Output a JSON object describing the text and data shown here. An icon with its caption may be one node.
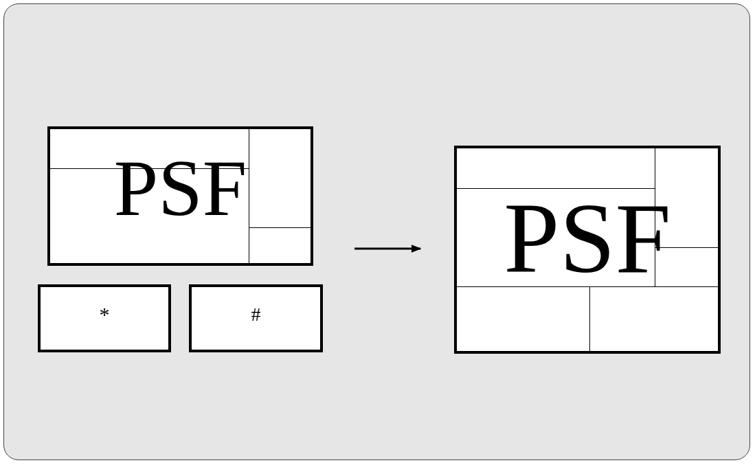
{
  "diagram": {
    "nodes": [
      {
        "text": [
          "PSF"
        ]
      },
      {
        "text": [
          "*"
        ]
      },
      {
        "text": [
          "#"
        ]
      },
      {
        "text": [
          "PSF"
        ]
      }
    ],
    "edges": [
      {
        "from": 0,
        "to": 3,
        "arrow": "to"
      }
    ]
  }
}
